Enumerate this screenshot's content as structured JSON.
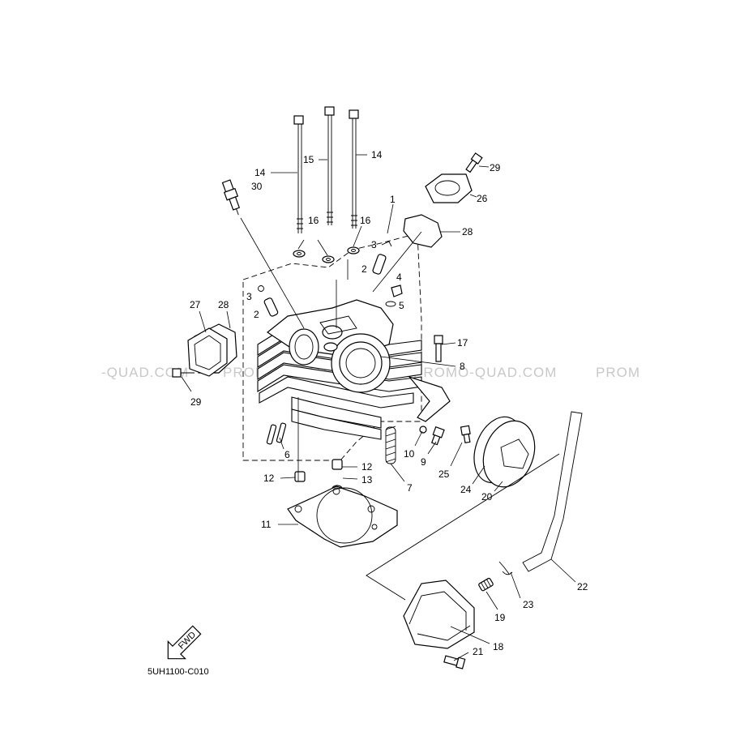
{
  "watermark": {
    "text_1": "-QUAD.COM",
    "text_2": "PROMO-QUAD.COM",
    "text_3": "PROMO-QUAD.COM",
    "text_4": "PROM"
  },
  "diagram_code": "5UH1100-C010",
  "fwd_label": "FWD",
  "callouts": {
    "c1": "1",
    "c2a": "2",
    "c2b": "2",
    "c3a": "3",
    "c3b": "3",
    "c4": "4",
    "c5": "5",
    "c6": "6",
    "c7": "7",
    "c8": "8",
    "c9": "9",
    "c10": "10",
    "c11": "11",
    "c12a": "12",
    "c12b": "12",
    "c13": "13",
    "c14a": "14",
    "c14b": "14",
    "c15": "15",
    "c16a": "16",
    "c16b": "16",
    "c17": "17",
    "c18": "18",
    "c19": "19",
    "c20": "20",
    "c21": "21",
    "c22": "22",
    "c23": "23",
    "c24": "24",
    "c25": "25",
    "c26": "26",
    "c27": "27",
    "c28a": "28",
    "c28b": "28",
    "c29a": "29",
    "c29b": "29",
    "c30": "30"
  }
}
